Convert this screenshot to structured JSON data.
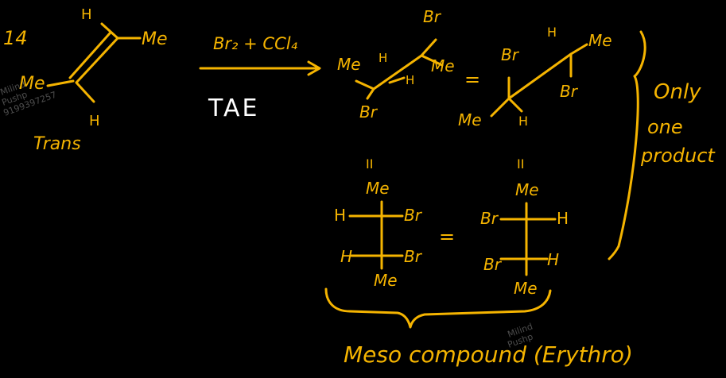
{
  "colors": {
    "ink": "#f5b400",
    "background": "#000000",
    "white_text": "#ffffff"
  },
  "problem_number": "14",
  "reactant": {
    "top_h": "H",
    "right_me": "Me",
    "left_me": "Me",
    "bottom_h": "H",
    "label": "Trans"
  },
  "reagent": {
    "text": "Br₂ + CCl₄",
    "mechanism": "TAE"
  },
  "product_3d": {
    "left": {
      "top_br": "Br",
      "me_left": "Me",
      "h_mid": "H",
      "me_right": "Me",
      "h_low": "H",
      "br_bottom": "Br"
    },
    "equals": "=",
    "right": {
      "br_left": "Br",
      "h_top": "H",
      "me_top": "Me",
      "br_lower": "Br",
      "me_bottom": "Me",
      "h_bottom": "H"
    }
  },
  "fischer": {
    "left": {
      "equals_mark": "II",
      "top": "Me",
      "row1_left": "H",
      "row1_right": "Br",
      "row2_left": "H",
      "row2_right": "Br",
      "bottom": "Me"
    },
    "equals": "=",
    "right": {
      "equals_mark": "II",
      "top": "Me",
      "row1_left": "Br",
      "row1_right": "H",
      "row2_left": "Br",
      "row2_right": "H",
      "bottom": "Me"
    }
  },
  "notes": {
    "only": "Only",
    "one": "one",
    "product": "product",
    "meso": "Meso compound (Erythro)"
  },
  "watermark": {
    "line1": "Milind",
    "line2": "Pushp",
    "line3": "9199397257"
  }
}
